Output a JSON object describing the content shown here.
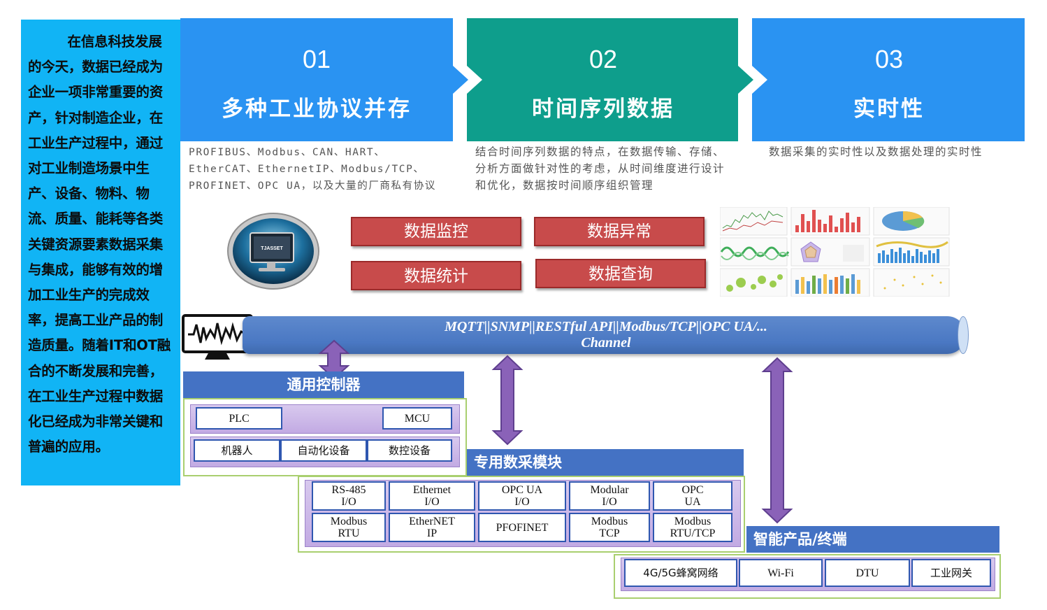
{
  "intro": {
    "text": "在信息科技发展的今天，数据已经成为企业一项非常重要的资产，针对制造企业，在工业生产过程中，通过对工业制造场景中生产、设备、物料、物流、质量、能耗等各类关键资源要素数据采集与集成，能够有效的增加工业生产的完成效率，提高工业产品的制造质量。随着IT和OT融合的不断发展和完善，在工业生产过程中数据化已经成为非常关键和普遍的应用。"
  },
  "features": [
    {
      "num": "01",
      "title": "多种工业协议并存",
      "desc": "PROFIBUS、Modbus、CAN、HART、EtherCAT、EthernetIP、Modbus/TCP、PROFINET、OPC UA，以及大量的厂商私有协议"
    },
    {
      "num": "02",
      "title": "时间序列数据",
      "desc": "结合时间序列数据的特点，在数据传输、存储、分析方面做针对性的考虑，从时间维度进行设计和优化，数据按时间顺序组织管理"
    },
    {
      "num": "03",
      "title": "实时性",
      "desc": "数据采集的实时性以及数据处理的实时性"
    }
  ],
  "logo_text": "TJASSET",
  "functions": [
    "数据监控",
    "数据异常",
    "数据统计",
    "数据查询"
  ],
  "channel": {
    "line1": "MQTT||SNMP||RESTful API||Modbus/TCP||OPC UA/...",
    "line2": "Channel"
  },
  "controller": {
    "title": "通用控制器",
    "row1": [
      "PLC",
      "MCU"
    ],
    "row2": [
      "机器人",
      "自动化设备",
      "数控设备"
    ]
  },
  "module": {
    "title": "专用数采模块",
    "row1": [
      "RS-485\nI/O",
      "Ethernet\nI/O",
      "OPC UA\nI/O",
      "Modular\nI/O",
      "OPC\nUA"
    ],
    "row2": [
      "Modbus\nRTU",
      "EtherNET\nIP",
      "PFOFINET",
      "Modbus\nTCP",
      "Modbus\nRTU/TCP"
    ]
  },
  "terminal": {
    "title": "智能产品/终端",
    "row1": [
      "4G/5G蜂窝网络",
      "Wi-Fi",
      "DTU",
      "工业网关"
    ]
  },
  "colors": {
    "blue": "#2a93f2",
    "teal": "#0e9e8c",
    "intro_bg": "#11b4f5",
    "red": "#c84b4b",
    "group_title": "#4472c4",
    "arrow": "#8a62b8"
  }
}
